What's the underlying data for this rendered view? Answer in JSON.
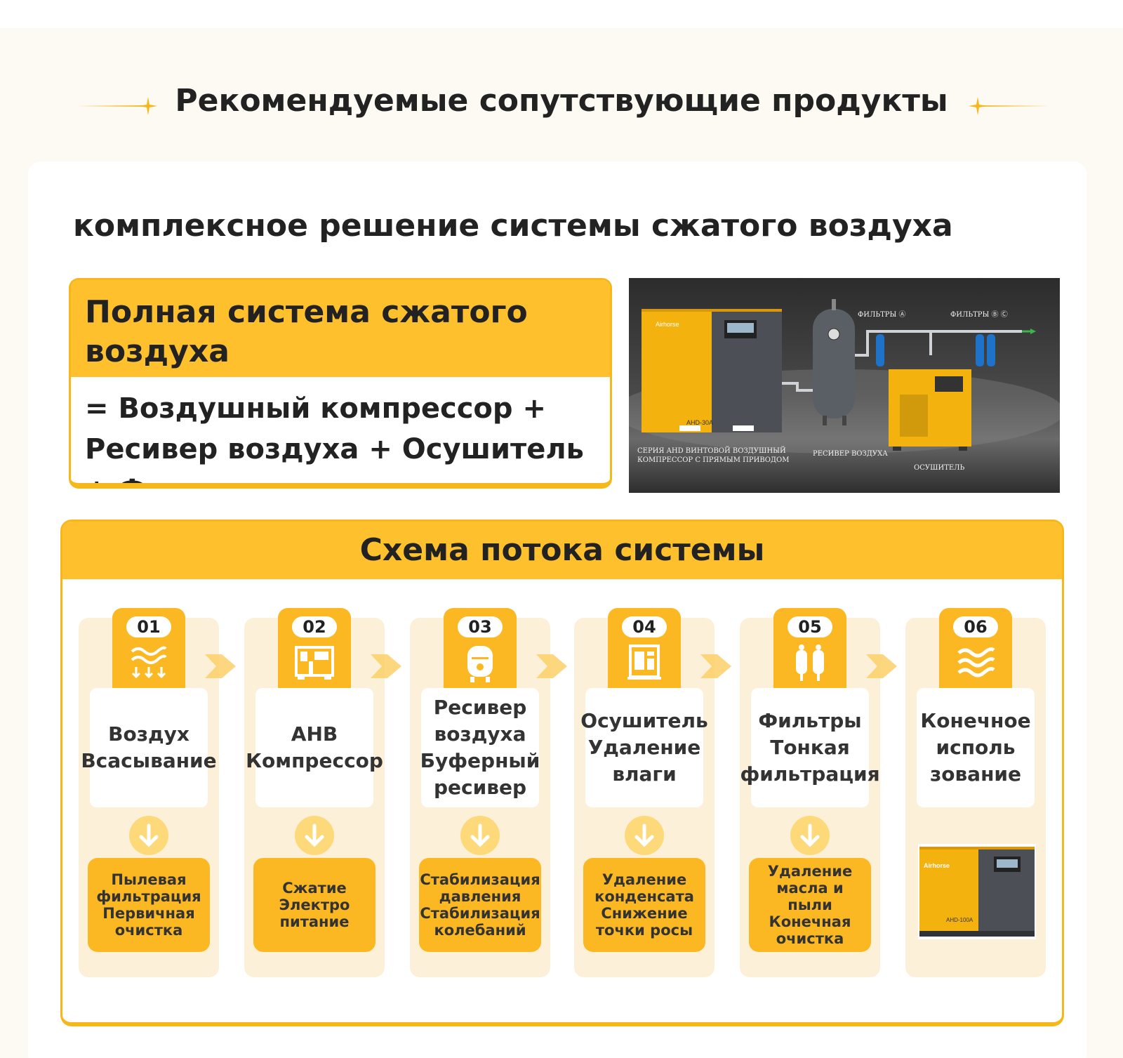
{
  "header": {
    "title": "Рекомендуемые сопутствующие продукты"
  },
  "subtitle": "комплексное решение системы сжатого воздуха",
  "formula": {
    "heading": "Полная система сжатого воздуха",
    "body": "= Воздушный компрессор + Ресивер воздуха + Осушитель + Фильтры"
  },
  "photo": {
    "labels": {
      "compressor": "СЕРИЯ AHD ВИНТОВОЙ ВОЗДУШНЫЙ КОМПРЕССОР С ПРЯМЫМ ПРИВОДОМ",
      "receiver": "РЕСИВЕР ВОЗДУХА",
      "dryer": "ОСУШИТЕЛЬ",
      "filters_a": "ФИЛЬТРЫ Ⓐ",
      "filters_bc": "ФИЛЬТРЫ Ⓑ Ⓒ",
      "brand": "Airhorse",
      "model": "AHD-30A"
    }
  },
  "flow": {
    "heading": "Схема потока системы",
    "steps": [
      {
        "num": "01",
        "icon": "air-intake-icon",
        "title": "Воздух Всасывание",
        "result": "Пылевая фильтрация Первичная очистка"
      },
      {
        "num": "02",
        "icon": "compressor-icon",
        "title": "AHB Компрессор",
        "result": "Сжатие Электро питание"
      },
      {
        "num": "03",
        "icon": "air-tank-icon",
        "title": "Ресивер воздуха Буферный ресивер",
        "result": "Стабилизация давления Стабилизация колебаний"
      },
      {
        "num": "04",
        "icon": "dryer-icon",
        "title": "Осушитель Удаление влаги",
        "result": "Удаление конденсата Снижение точки росы"
      },
      {
        "num": "05",
        "icon": "filters-icon",
        "title": "Фильтры Тонкая фильтрация",
        "result": "Удаление масла и пыли Конечная очистка"
      },
      {
        "num": "06",
        "icon": "air-output-icon",
        "title": "Конечное исполь зование",
        "result": ""
      }
    ],
    "final_product": {
      "brand": "Airhorse",
      "model": "AHD-100A"
    }
  },
  "colors": {
    "accent": "#fcb823",
    "accent_light": "#fdf0d8",
    "header_yellow": "#fec02c",
    "text": "#222222"
  }
}
